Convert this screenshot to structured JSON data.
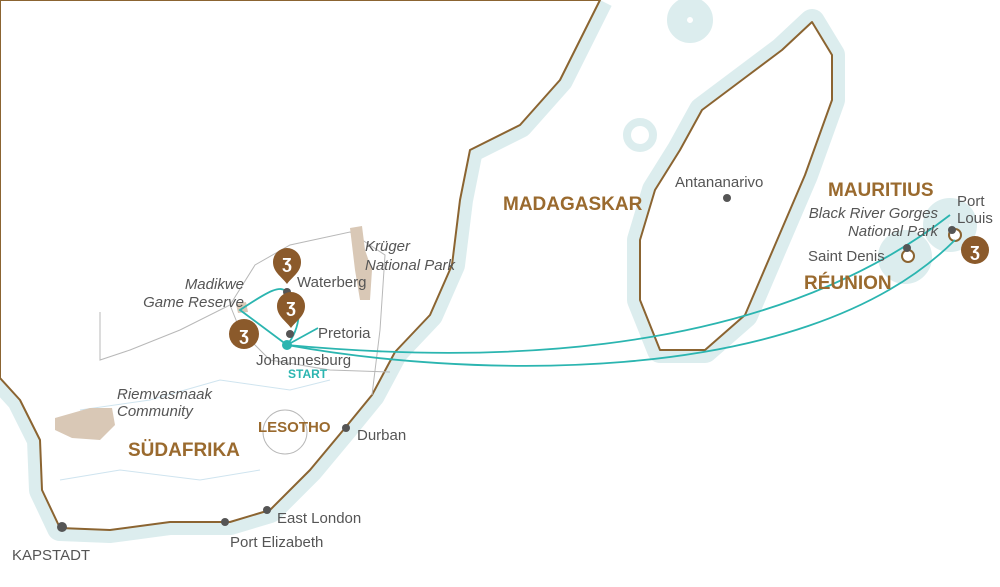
{
  "countries": {
    "south_africa": "SÜDAFRIKA",
    "lesotho": "LESOTHO",
    "madagascar": "MADAGASKAR",
    "mauritius": "MAURITIUS",
    "reunion": "RÉUNION"
  },
  "cities": {
    "johannesburg": "Johannesburg",
    "pretoria": "Pretoria",
    "waterberg": "Waterberg",
    "durban": "Durban",
    "east_london": "East London",
    "port_elizabeth": "Port Elizabeth",
    "kapstadt": "KAPSTADT",
    "antananarivo": "Antananarivo",
    "saint_denis": "Saint Denis",
    "port_louis_1": "Port",
    "port_louis_2": "Louis"
  },
  "parks": {
    "krueger_1": "Krüger",
    "krueger_2": "National Park",
    "madikwe_1": "Madikwe",
    "madikwe_2": "Game Reserve",
    "riemvasmaak_1": "Riemvasmaak",
    "riemvasmaak_2": "Community",
    "black_river_1": "Black River Gorges",
    "black_river_2": "National Park"
  },
  "route": {
    "start_label": "START"
  },
  "colors": {
    "accent": "#2bb5b0",
    "brand": "#9a6a2e",
    "coast": "#8b6431",
    "sea_halo": "#dcedee"
  }
}
